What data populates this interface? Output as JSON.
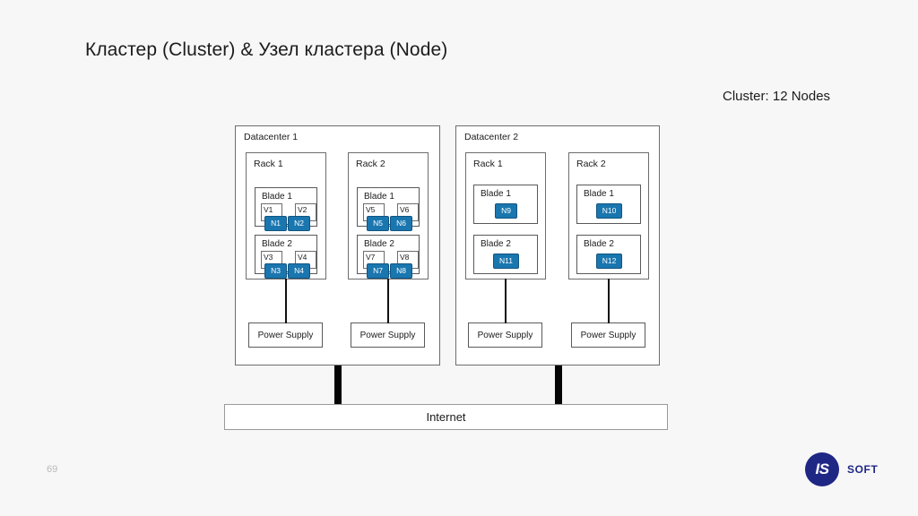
{
  "slide": {
    "title": "Кластер (Cluster) & Узел кластера (Node)",
    "cluster_caption": "Cluster: 12 Nodes",
    "page_number": "69"
  },
  "brand": {
    "mark": "IS",
    "text": "SOFT"
  },
  "network": {
    "internet_label": "Internet"
  },
  "labels": {
    "power_supply": "Power Supply"
  },
  "colors": {
    "node_fill": "#1a76af",
    "node_border": "#115480",
    "brand": "#1f2785",
    "background": "#f7f7f7",
    "box_border": "#6d6d6d"
  },
  "datacenters": [
    {
      "label": "Datacenter 1",
      "racks": [
        {
          "label": "Rack 1",
          "power_supply": "Power Supply",
          "blades": [
            {
              "label": "Blade 1",
              "vms": [
                "V1",
                "V2"
              ],
              "nodes": [
                "N1",
                "N2"
              ]
            },
            {
              "label": "Blade 2",
              "vms": [
                "V3",
                "V4"
              ],
              "nodes": [
                "N3",
                "N4"
              ]
            }
          ]
        },
        {
          "label": "Rack 2",
          "power_supply": "Power Supply",
          "blades": [
            {
              "label": "Blade 1",
              "vms": [
                "V5",
                "V6"
              ],
              "nodes": [
                "N5",
                "N6"
              ]
            },
            {
              "label": "Blade 2",
              "vms": [
                "V7",
                "V8"
              ],
              "nodes": [
                "N7",
                "N8"
              ]
            }
          ]
        }
      ]
    },
    {
      "label": "Datacenter 2",
      "racks": [
        {
          "label": "Rack 1",
          "power_supply": "Power Supply",
          "blades": [
            {
              "label": "Blade 1",
              "vms": [],
              "nodes": [
                "N9"
              ]
            },
            {
              "label": "Blade 2",
              "vms": [],
              "nodes": [
                "N11"
              ]
            }
          ]
        },
        {
          "label": "Rack 2",
          "power_supply": "Power Supply",
          "blades": [
            {
              "label": "Blade 1",
              "vms": [],
              "nodes": [
                "N10"
              ]
            },
            {
              "label": "Blade 2",
              "vms": [],
              "nodes": [
                "N12"
              ]
            }
          ]
        }
      ]
    }
  ]
}
